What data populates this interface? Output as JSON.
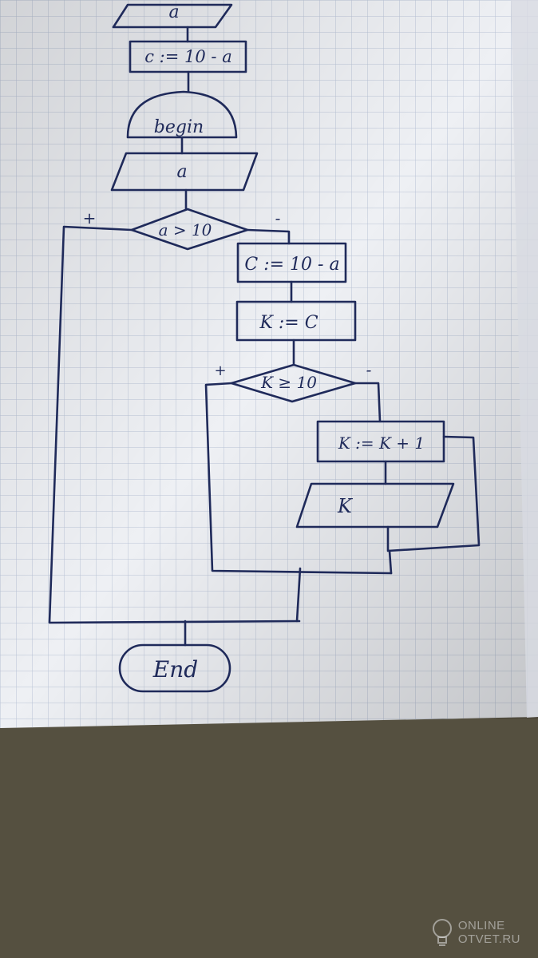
{
  "flowchart": {
    "top_input": "a",
    "first_assign": "c := 10 - a",
    "begin_label": "begin",
    "input_label": "a",
    "condition1": "a > 10",
    "condition1_true": "+",
    "condition1_false": "-",
    "assign_c": "C := 10 - a",
    "assign_k": "K := C",
    "condition2": "K ≥ 10",
    "condition2_true": "+",
    "condition2_false": "-",
    "increment": "K := K + 1",
    "output_label": "K",
    "end_label": "End"
  },
  "watermark": {
    "line1": "ONLINE",
    "line2": "OTVET.RU"
  },
  "colors": {
    "ink": "#1f2a5a",
    "paper": "#eef0f4",
    "grid": "#b9c3d6",
    "carpet": "#4a4538"
  }
}
